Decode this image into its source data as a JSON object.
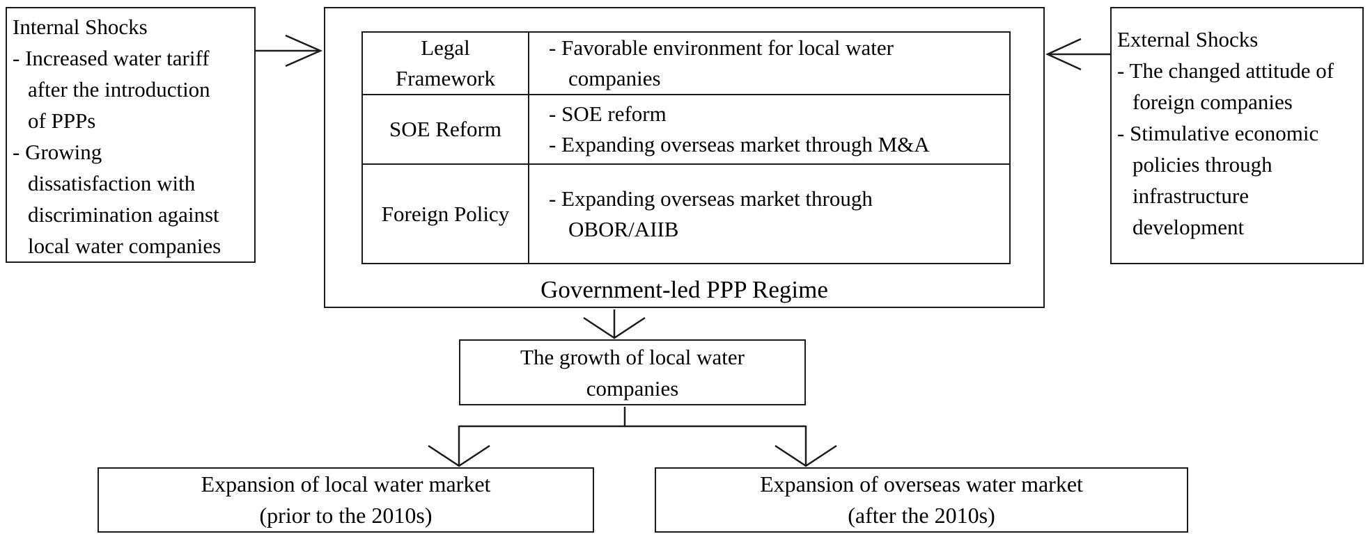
{
  "colors": {
    "background": "#ffffff",
    "line": "#1b1b1b",
    "text": "#000000"
  },
  "internal_shocks": {
    "title": "Internal Shocks",
    "items": [
      "- Increased water tariff\nafter the introduction\nof PPPs",
      "- Growing\ndissatisfaction with\ndiscrimination against\nlocal water companies"
    ]
  },
  "external_shocks": {
    "title": "External Shocks",
    "items": [
      "- The changed attitude of\nforeign companies",
      "- Stimulative economic\npolicies through\ninfrastructure\ndevelopment"
    ]
  },
  "ppp_regime": {
    "caption": "Government-led PPP Regime",
    "rows": [
      {
        "label": "Legal\nFramework",
        "points": [
          "- Favorable environment for local water\ncompanies"
        ]
      },
      {
        "label": "SOE Reform",
        "points": [
          "- SOE reform",
          "- Expanding overseas market through M&A"
        ]
      },
      {
        "label": "Foreign Policy",
        "points": [
          "- Expanding overseas market through\nOBOR/AIIB"
        ]
      }
    ]
  },
  "growth": {
    "text": "The growth of local water\ncompanies"
  },
  "outcome_local": {
    "text": "Expansion of local water market\n(prior to the 2010s)"
  },
  "outcome_overseas": {
    "text": "Expansion of overseas water market\n(after the 2010s)"
  }
}
